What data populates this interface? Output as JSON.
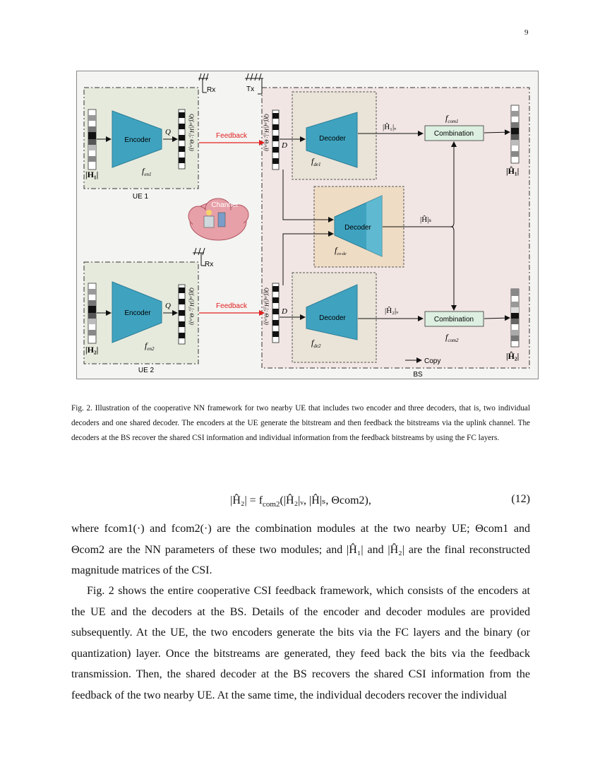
{
  "page_number": "9",
  "figure": {
    "encoder_label": "Encoder",
    "decoder_label": "Decoder",
    "combination_label": "Combination",
    "feedback_label": "Feedback",
    "channel_label": "Channel",
    "rx_label": "Rx",
    "tx_label": "Tx",
    "ue1_label": "UE 1",
    "ue2_label": "UE 2",
    "bs_label": "BS",
    "copy_label": "Copy",
    "f_en1": "f",
    "f_en1_sub": "en1",
    "f_en2": "f",
    "f_en2_sub": "en2",
    "f_de1": "f",
    "f_de1_sub": "de1",
    "f_de2": "f",
    "f_de2_sub": "de2",
    "f_code": "f",
    "f_code_sub": "co-de",
    "f_com1": "f",
    "f_com1_sub": "com1",
    "f_com2": "f",
    "f_com2_sub": "com2",
    "q_symbol": "Q",
    "d_symbol": "D",
    "h1_in": "|H₁|",
    "h2_in": "|H₂|",
    "h1_v": "|Ĥ₁|ᵥ",
    "h2_v": "|Ĥ₂|ᵥ",
    "h_s": "|Ĥ|ₛ",
    "h1_out": "|Ĥ₁|",
    "h2_out": "|Ĥ₂|",
    "bitstream_1": "Q(fₑₙ(|H₁|; Θₑₙ))",
    "bitstream_2": "Q(fₑₙ(|H₂|; Θₑₙ))"
  },
  "caption": "Fig. 2.  Illustration of the cooperative NN framework for two nearby UE that includes two encoder and three decoders, that is, two individual decoders and one shared decoder. The encoders at the UE generate the bitstream and then feedback the bitstreams via the uplink channel. The decoders at the BS recover the shared CSI information and individual information from the feedback bitstreams by using the FC layers.",
  "equation": {
    "lhs": "|Ĥ₂| = f",
    "sub1": "com2",
    "rhs": "(|Ĥ₂|ᵥ, |Ĥ|ₛ, Θcom2),",
    "number": "(12)"
  },
  "paragraph1": "where fcom1(·) and fcom2(·) are the combination modules at the two nearby UE; Θcom1 and Θcom2 are the NN parameters of these two modules; and |Ĥ₁| and |Ĥ₂| are the final reconstructed magnitude matrices of the CSI.",
  "paragraph2": "Fig. 2 shows the entire cooperative CSI feedback framework, which consists of the encoders at the UE and the decoders at the BS. Details of the encoder and decoder modules are provided subsequently. At the UE, the two encoders generate the bits via the FC layers and the binary (or quantization) layer. Once the bitstreams are generated, they feed back the bits via the feedback transmission. Then, the shared decoder at the BS recovers the shared CSI information from the feedback of the two nearby UE. At the same time, the individual decoders recover the individual",
  "colors": {
    "ue_bg": "#e6eadd",
    "bs_bg": "#f1e6e4",
    "decoder_box_bg": "#e9e3d8",
    "shared_box_bg": "#efdcc4",
    "trapezoid": "#3fa3c0",
    "combination_bg": "#dcefe0",
    "feedback": "#e02020",
    "channel_cloud": "#e7a0a8"
  }
}
